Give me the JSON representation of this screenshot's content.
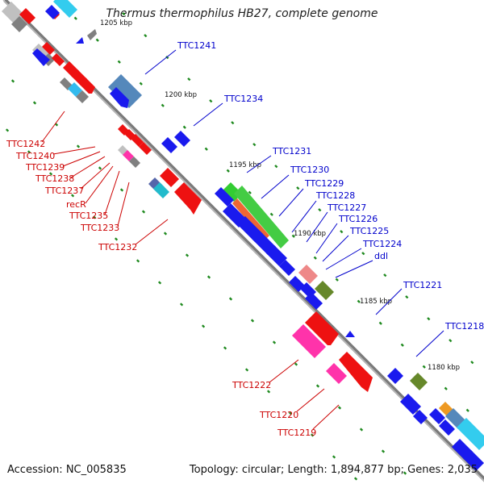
{
  "title": "Thermus thermophilus HB27, complete genome",
  "accession_label": "Accession: NC_005835",
  "topology_label": "Topology: circular; Length: 1,894,877 bp; Genes: 2,035",
  "colors": {
    "backbone": "#777777",
    "tick": "#1f8a1f",
    "forward_gene": "#1a1aee",
    "reverse_gene": "#ee1111",
    "forward_label": "#0000cc",
    "reverse_label": "#cc0000"
  },
  "kbp_markers": [
    "1205 kbp",
    "1200 kbp",
    "1195 kbp",
    "1190 kbp",
    "1185 kbp",
    "1180 kbp"
  ],
  "forward_labels": [
    "TTC1241",
    "TTC1234",
    "TTC1231",
    "TTC1230",
    "TTC1229",
    "TTC1228",
    "TTC1227",
    "TTC1226",
    "TTC1225",
    "TTC1224",
    "ddl",
    "TTC1221",
    "TTC1218"
  ],
  "reverse_labels": [
    "TTC1242",
    "TTC1240",
    "TTC1239",
    "TTC1238",
    "TTC1237",
    "recR",
    "TTC1235",
    "TTC1233",
    "TTC1232",
    "TTC1222",
    "TTC1220",
    "TTC1219"
  ]
}
